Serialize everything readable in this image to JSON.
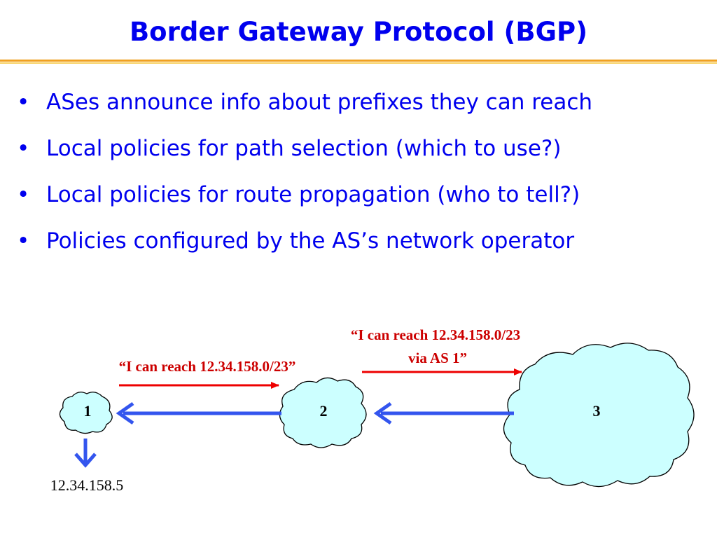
{
  "slide": {
    "title": "Border Gateway Protocol (BGP)",
    "bullets": [
      "ASes announce info about prefixes they can reach",
      "Local policies for path selection (which to use?)",
      "Local policies for route propagation (who to tell?)",
      "Policies configured by the AS’s network operator"
    ]
  },
  "diagram": {
    "nodes": [
      "1",
      "2",
      "3"
    ],
    "announcement_1_to_2": "“I can reach 12.34.158.0/23”",
    "announcement_2_to_3_line1": "“I can reach 12.34.158.0/23",
    "announcement_2_to_3_line2": "via AS 1”",
    "host_address": "12.34.158.5",
    "colors": {
      "title": "#0000ee",
      "bullet_text": "#0000ee",
      "announcement_text": "#cc0000",
      "announcement_arrow": "#ee0000",
      "data_arrow": "#3355ee",
      "cloud_fill": "#ccffff",
      "cloud_stroke": "#000000",
      "title_rule": "#f0a020"
    }
  }
}
